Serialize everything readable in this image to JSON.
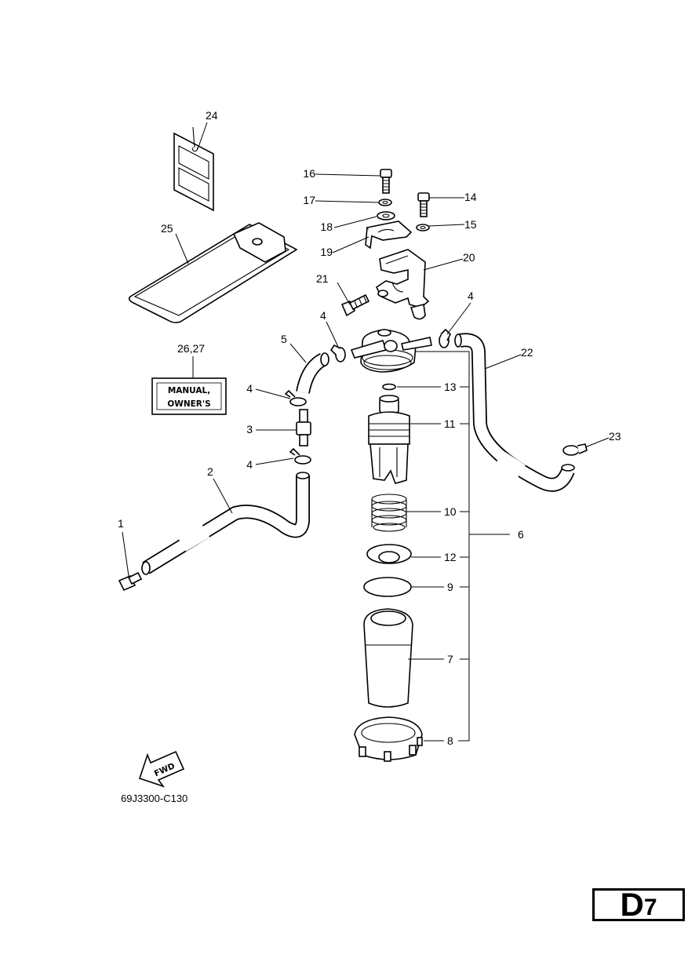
{
  "callouts": {
    "c1": "1",
    "c2": "2",
    "c3": "3",
    "c4a": "4",
    "c4b": "4",
    "c4c": "4",
    "c4d": "4",
    "c5": "5",
    "c6": "6",
    "c7": "7",
    "c8": "8",
    "c9": "9",
    "c10": "10",
    "c11": "11",
    "c12": "12",
    "c13": "13",
    "c14": "14",
    "c15": "15",
    "c16": "16",
    "c17": "17",
    "c18": "18",
    "c19": "19",
    "c20": "20",
    "c21": "21",
    "c22": "22",
    "c23": "23",
    "c24": "24",
    "c25": "25",
    "c2627": "26,27"
  },
  "manual_label": {
    "line1": "MANUAL,",
    "line2": "OWNER'S"
  },
  "fwd_label": "FWD",
  "diagram_code": "69J3300-C130",
  "page_marker": {
    "letter": "D",
    "number": "7"
  }
}
